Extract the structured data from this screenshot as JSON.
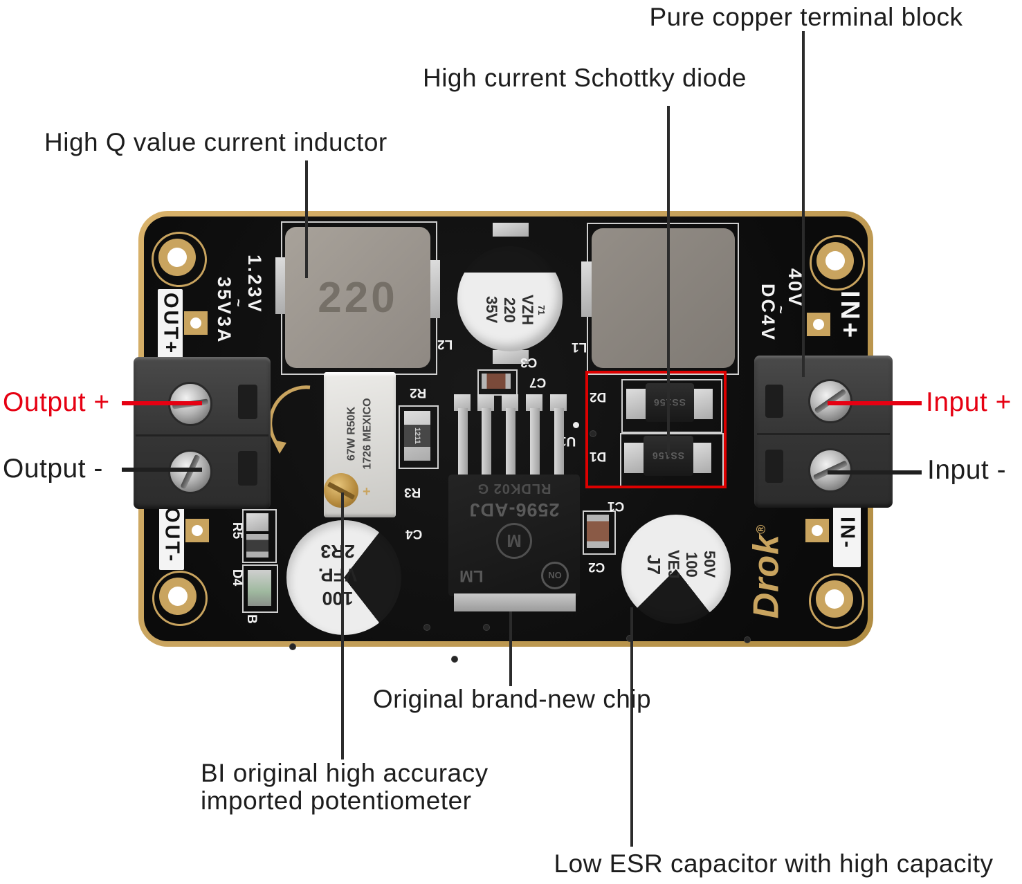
{
  "colors": {
    "accent_red": "#e60012",
    "callout_line": "#2b2b2b",
    "marker_box_red": "#dd0000",
    "board_gold": "#c9a45f"
  },
  "callouts": {
    "terminal": "Pure copper terminal block",
    "schottky": "High current Schottky diode",
    "inductor": "High Q value current inductor",
    "output_pos": "Output +",
    "output_neg": "Output -",
    "input_pos": "Input +",
    "input_neg": "Input -",
    "chip": "Original brand-new chip",
    "pot_line1": "BI original high accuracy",
    "pot_line2": "imported potentiometer",
    "cap": "Low ESR capacitor with high capacity"
  },
  "board": {
    "ports": {
      "out_pos": "OUT+",
      "out_neg": "OUT-",
      "in_pos": "IN+",
      "in_neg": "IN-"
    },
    "ratings": {
      "out_v": "1.23V",
      "out_tilde": "~",
      "out_va": "35V3A",
      "in_v": "40V",
      "in_tilde": "~",
      "in_dc": "DC4V"
    },
    "inductor_marking": "220",
    "cap_top": {
      "a": "71",
      "b": "VZH",
      "c": "220",
      "d": "35V"
    },
    "cap_left": {
      "a": "100",
      "b": "VFP.",
      "c": "2R3"
    },
    "cap_right": {
      "a": "50V",
      "b": "100",
      "c": "VEJ",
      "d": "J7"
    },
    "pot": {
      "l1": "67W R50K",
      "l2": "1726 MEXICO",
      "plus": "+"
    },
    "chip": {
      "on": "ON",
      "lm": "LM",
      "m": "M",
      "t1": "2596-ADJ",
      "t2": "RLDK02 G"
    },
    "diodes": {
      "d2_mark": "SS156",
      "d1_mark": "SS156"
    },
    "r2_value": "1211",
    "brand": {
      "name": "Drok",
      "reg": "®"
    },
    "refs": {
      "l1": "L1",
      "l2": "L2",
      "c1": "C1",
      "c2": "C2",
      "c3": "C3",
      "c4": "C4",
      "c7": "C7",
      "u1": "U1",
      "r2": "R2",
      "r3": "R3",
      "r5": "R5",
      "d4": "D4",
      "d1": "D1",
      "d2": "D2",
      "b": "B"
    }
  }
}
